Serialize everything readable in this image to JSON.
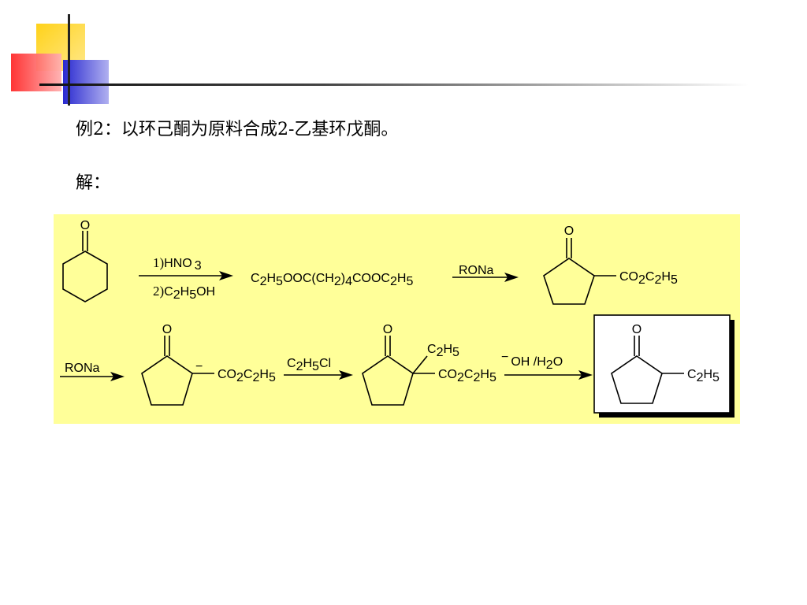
{
  "slide": {
    "title": "例2：以环己酮为原料合成2-乙基环戊酮。",
    "solution_label": "解："
  },
  "scheme": {
    "background": "#ffff99",
    "o": "O",
    "step1": {
      "n1": "1)",
      "r1": "HNO",
      "r1_sub": "3",
      "n2": "2)",
      "r2a": "C",
      "r2b": "2",
      "r2c": "H",
      "r2d": "5",
      "r2e": "OH"
    },
    "diester": {
      "p1": "C",
      "s1": "2",
      "p2": "H",
      "s2": "5",
      "p3": "OOC(CH",
      "s3": "2",
      "p4": ")",
      "s4": "4",
      "p5": "COOC",
      "s5": "2",
      "p6": "H",
      "s6": "5"
    },
    "rona": "RONa",
    "ester": {
      "p1": "CO",
      "s1": "2",
      "p2": "C",
      "s2": "2",
      "p3": "H",
      "s3": "5"
    },
    "minus": "−",
    "etcl": {
      "p1": "C",
      "s1": "2",
      "p2": "H",
      "s2": "5",
      "p3": "Cl"
    },
    "ethyl": {
      "p1": "C",
      "s1": "2",
      "p2": "H",
      "s2": "5"
    },
    "hydrolysis": {
      "minus": "−",
      "p1": "OH /H",
      "s1": "2",
      "p2": "O"
    }
  },
  "colors": {
    "red": "#ff3333",
    "yellow": "#ffcc00",
    "blue": "#3333cc",
    "line": "#000000"
  }
}
